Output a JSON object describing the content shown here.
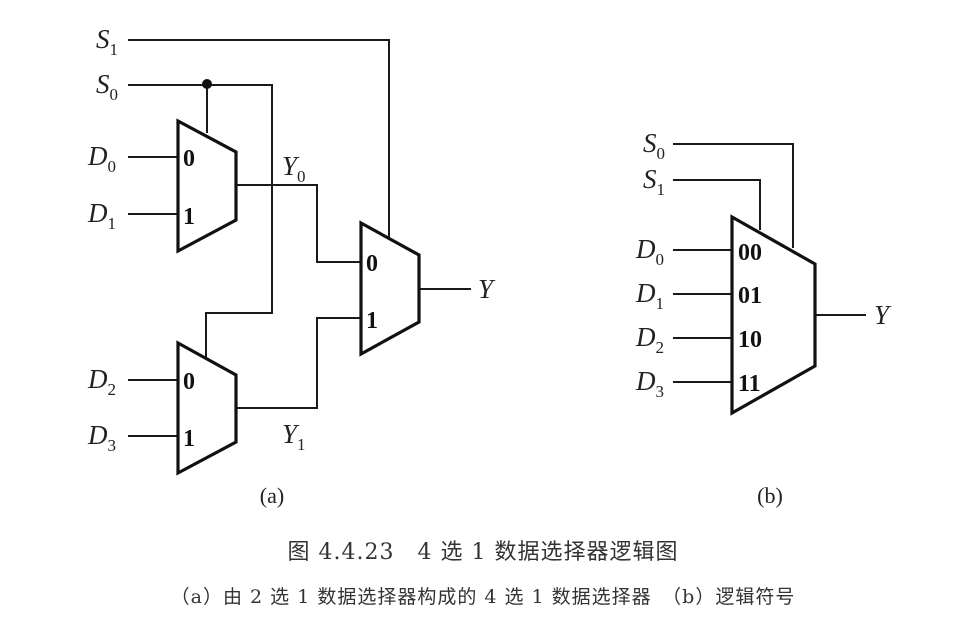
{
  "figure": {
    "panel_a": {
      "label": "(a)",
      "inputs": {
        "S1": [
          "S",
          "1"
        ],
        "S0": [
          "S",
          "0"
        ],
        "D0": [
          "D",
          "0"
        ],
        "D1": [
          "D",
          "1"
        ],
        "D2": [
          "D",
          "2"
        ],
        "D3": [
          "D",
          "3"
        ]
      },
      "internal": {
        "Y0": [
          "Y",
          "0"
        ],
        "Y1": [
          "Y",
          "1"
        ]
      },
      "output": "Y",
      "mux_pins": [
        "0",
        "1"
      ]
    },
    "panel_b": {
      "label": "(b)",
      "inputs": {
        "S0": [
          "S",
          "0"
        ],
        "S1": [
          "S",
          "1"
        ],
        "D0": [
          "D",
          "0"
        ],
        "D1": [
          "D",
          "1"
        ],
        "D2": [
          "D",
          "2"
        ],
        "D3": [
          "D",
          "3"
        ]
      },
      "output": "Y",
      "mux_pins": [
        "00",
        "01",
        "10",
        "11"
      ]
    }
  },
  "caption": {
    "title": "图 4.4.23　4 选 1 数据选择器逻辑图",
    "subtitle": "（a）由 2 选 1 数据选择器构成的 4 选 1 数据选择器　（b）逻辑符号"
  }
}
